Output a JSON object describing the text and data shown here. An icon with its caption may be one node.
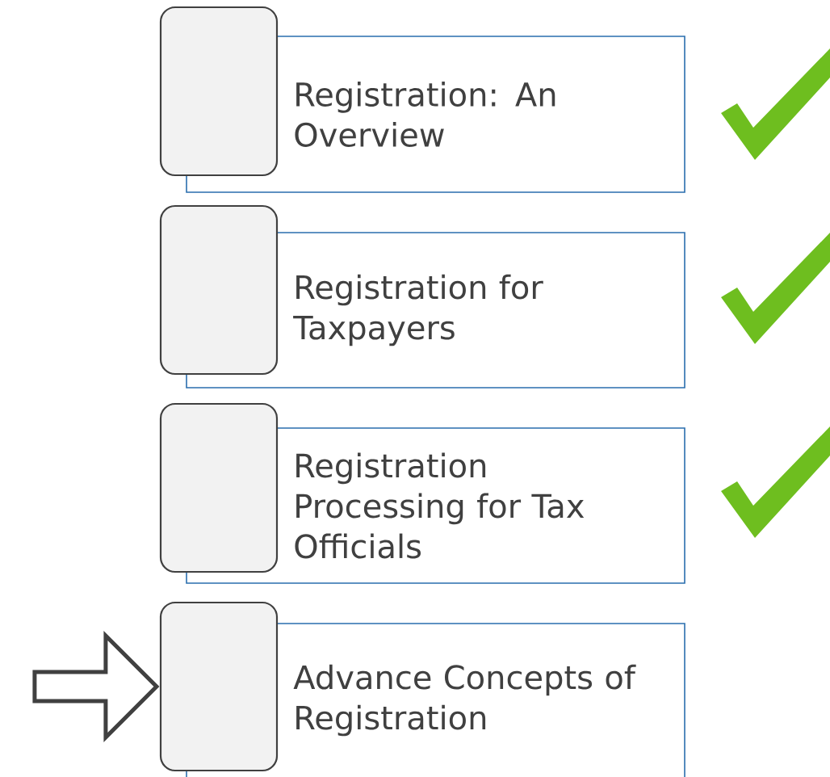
{
  "diagram": {
    "nodes": [
      {
        "text": [],
        "shape": "box"
      },
      {
        "text": [
          "Registration: An Overview"
        ]
      },
      {
        "text": [],
        "shape": "box"
      },
      {
        "text": [
          "Registration for Taxpayers"
        ]
      },
      {
        "text": [],
        "shape": "box"
      },
      {
        "text": [
          "Registration Processing for Tax Officials"
        ]
      },
      {
        "text": [],
        "shape": "box"
      },
      {
        "text": [
          "Advance Concepts of Registration"
        ]
      }
    ],
    "edges": [
      {
        "from": null,
        "to": 6,
        "arrow": "to"
      }
    ]
  }
}
